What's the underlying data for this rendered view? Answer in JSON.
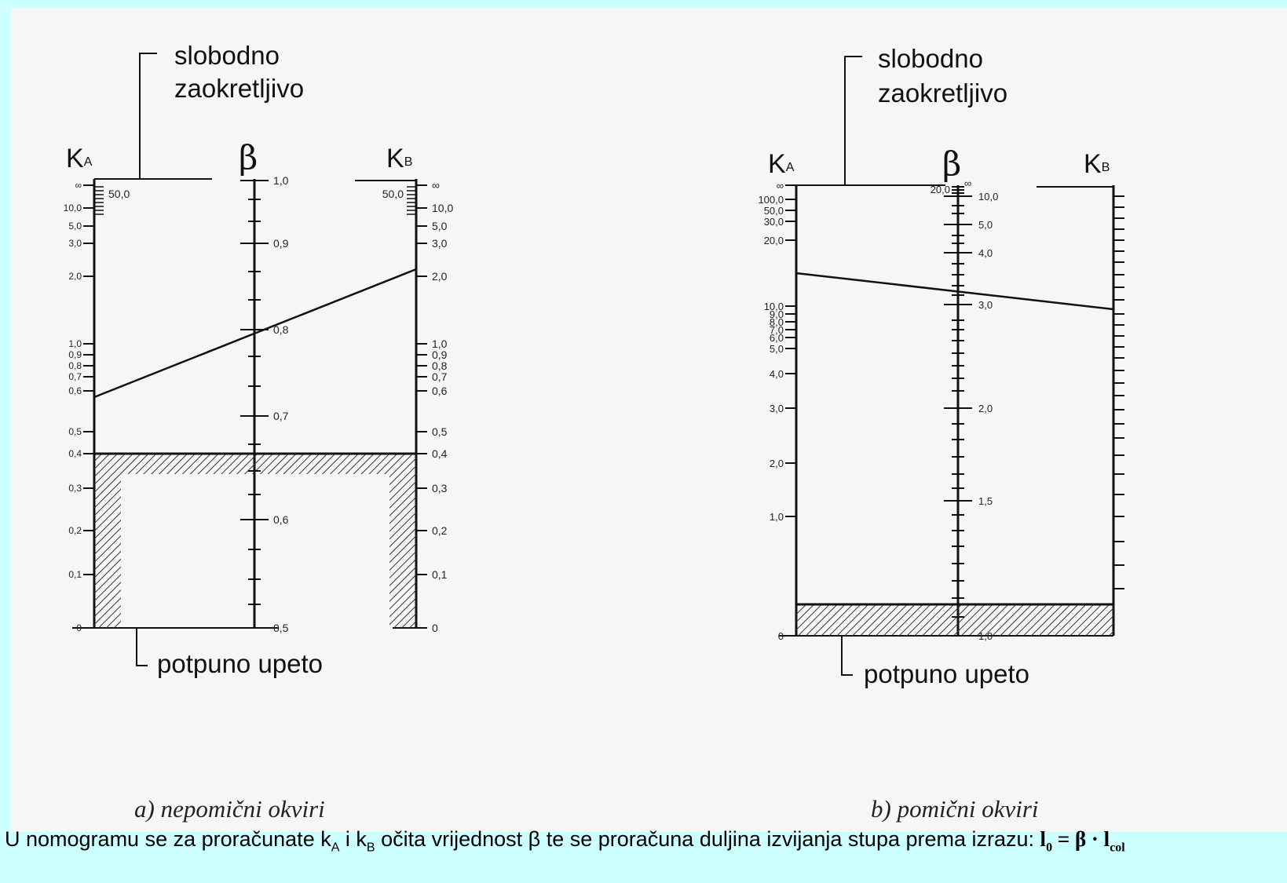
{
  "top_labels": {
    "line1": "slobodno",
    "line2": "zaokretljivo"
  },
  "bottom_label": "potpuno upeto",
  "axis_names": {
    "ka": "K",
    "ka_sub": "A",
    "beta": "β",
    "kb": "K",
    "kb_sub": "B"
  },
  "panel_a": {
    "caption": "a) nepomični okviri",
    "ka_labels": [
      "∞",
      "50,0",
      "10,0",
      "5,0",
      "3,0",
      "2,0",
      "1,0",
      "0,9",
      "0,8",
      "0,7",
      "0,6",
      "0,5",
      "0,4",
      "0,3",
      "0,2",
      "0,1",
      "0"
    ],
    "kb_labels": [
      "∞",
      "50,0",
      "10,0",
      "5,0",
      "3,0",
      "2,0",
      "1,0",
      "0,9",
      "0,8",
      "0,7",
      "0,6",
      "0,5",
      "0,4",
      "0,3",
      "0,2",
      "0,1",
      "0"
    ],
    "beta_labels": [
      "1,0",
      "0,9",
      "0,8",
      "0,7",
      "0,6",
      "0,5"
    ],
    "example_line": {
      "ka": 0.6,
      "beta": 0.79,
      "kb": 2.0
    }
  },
  "panel_b": {
    "caption": "b) pomični okviri",
    "ka_labels": [
      "∞",
      "100,0",
      "50,0",
      "30,0",
      "20,0",
      "10,0",
      "9,0",
      "8,0",
      "7,0",
      "6,0",
      "5,0",
      "4,0",
      "3,0",
      "2,0",
      "1,0",
      "0"
    ],
    "beta_labels": [
      "20,0",
      "∞",
      "10,0",
      "5,0",
      "4,0",
      "3,0",
      "2,0",
      "1,5",
      "1,0"
    ],
    "example_line": {
      "ka": 15.0,
      "beta": 3.2,
      "kb": 3.0
    }
  },
  "bottom_text": {
    "part1": "U nomogramu se za proračunate k",
    "sub_a": "A",
    "part2": " i k",
    "sub_b": "B",
    "part3": " očita vrijednost  β te se proračuna duljina izvijanja stupa prema izrazu: ",
    "formula_l": "l",
    "formula_sub0": "0",
    "formula_mid": " = β · l",
    "formula_subcol": "col"
  }
}
